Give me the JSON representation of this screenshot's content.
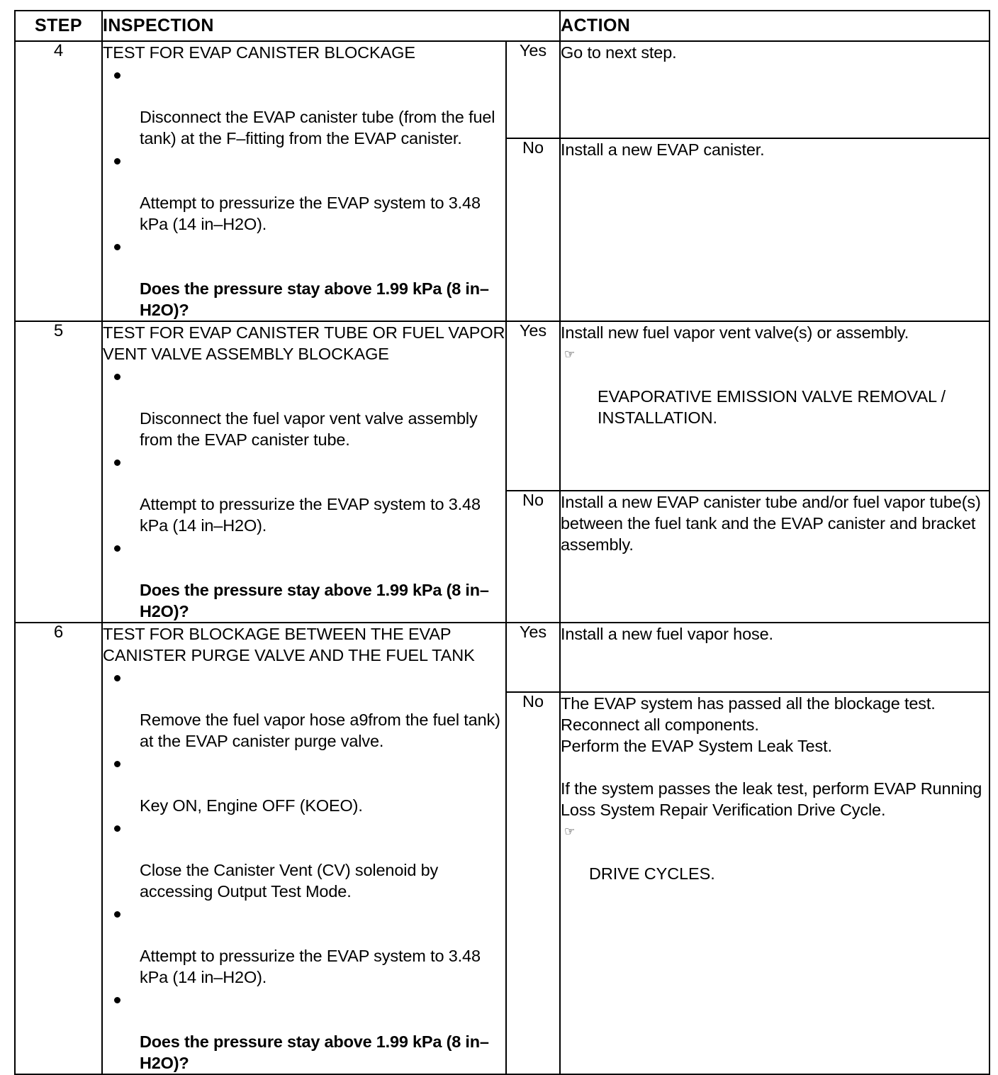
{
  "table": {
    "headers": {
      "step": "STEP",
      "inspection": "INSPECTION",
      "action": "ACTION"
    },
    "labels": {
      "yes": "Yes",
      "no": "No"
    },
    "icons": {
      "reference_pointer": "pointing-hand",
      "reference_glyph": "☞",
      "bullet_glyph": "•"
    },
    "rows": [
      {
        "step": "4",
        "inspection": {
          "title": "TEST FOR EVAP CANISTER BLOCKAGE",
          "bullets": [
            {
              "text": "Disconnect the EVAP canister tube (from the fuel tank) at the F–fitting from the EVAP canister.",
              "bold": false
            },
            {
              "text": "Attempt to pressurize the EVAP system to 3.48 kPa (14 in–H2O).",
              "bold": false
            },
            {
              "text": "Does the pressure stay above 1.99 kPa (8 in–H2O)?",
              "bold": true
            }
          ]
        },
        "yes_action": {
          "lines": [
            "Go to next step."
          ],
          "refs": []
        },
        "no_action": {
          "lines": [
            "Install a new EVAP canister."
          ],
          "refs": []
        }
      },
      {
        "step": "5",
        "inspection": {
          "title": "TEST FOR EVAP CANISTER TUBE OR FUEL VAPOR VENT VALVE ASSEMBLY BLOCKAGE",
          "bullets": [
            {
              "text": "Disconnect the fuel vapor vent valve assembly from the EVAP canister tube.",
              "bold": false
            },
            {
              "text": "Attempt to pressurize the EVAP system to 3.48 kPa (14 in–H2O).",
              "bold": false
            },
            {
              "text": "Does the pressure stay above 1.99 kPa (8 in–H2O)?",
              "bold": true
            }
          ]
        },
        "yes_action": {
          "lines": [
            "Install new fuel vapor vent valve(s) or assembly."
          ],
          "refs": [
            "EVAPORATIVE EMISSION VALVE REMOVAL / INSTALLATION."
          ]
        },
        "no_action": {
          "lines": [
            "Install a new EVAP canister tube and/or fuel vapor tube(s) between the fuel tank and the EVAP canister and bracket assembly."
          ],
          "refs": []
        }
      },
      {
        "step": "6",
        "inspection": {
          "title": "TEST FOR BLOCKAGE BETWEEN THE EVAP CANISTER PURGE VALVE AND THE FUEL TANK",
          "bullets": [
            {
              "text": "Remove the fuel vapor hose a9from the fuel tank) at the EVAP canister purge valve.",
              "bold": false
            },
            {
              "text": "Key ON, Engine OFF (KOEO).",
              "bold": false
            },
            {
              "text": "Close the Canister Vent (CV) solenoid by accessing Output Test Mode.",
              "bold": false
            },
            {
              "text": "Attempt to pressurize the EVAP system to 3.48 kPa (14 in–H2O).",
              "bold": false
            },
            {
              "text": "Does the pressure stay above 1.99 kPa (8 in–H2O)?",
              "bold": true
            }
          ]
        },
        "yes_action": {
          "lines": [
            "Install a new fuel vapor hose."
          ],
          "refs": []
        },
        "no_action": {
          "lines": [
            "The EVAP system has passed all the blockage test.",
            "Reconnect all components.",
            "Perform the EVAP System Leak Test.",
            "",
            "If the system passes the leak test, perform EVAP Running Loss System Repair Verification Drive Cycle."
          ],
          "refs": [
            "DRIVE CYCLES."
          ]
        }
      }
    ]
  }
}
